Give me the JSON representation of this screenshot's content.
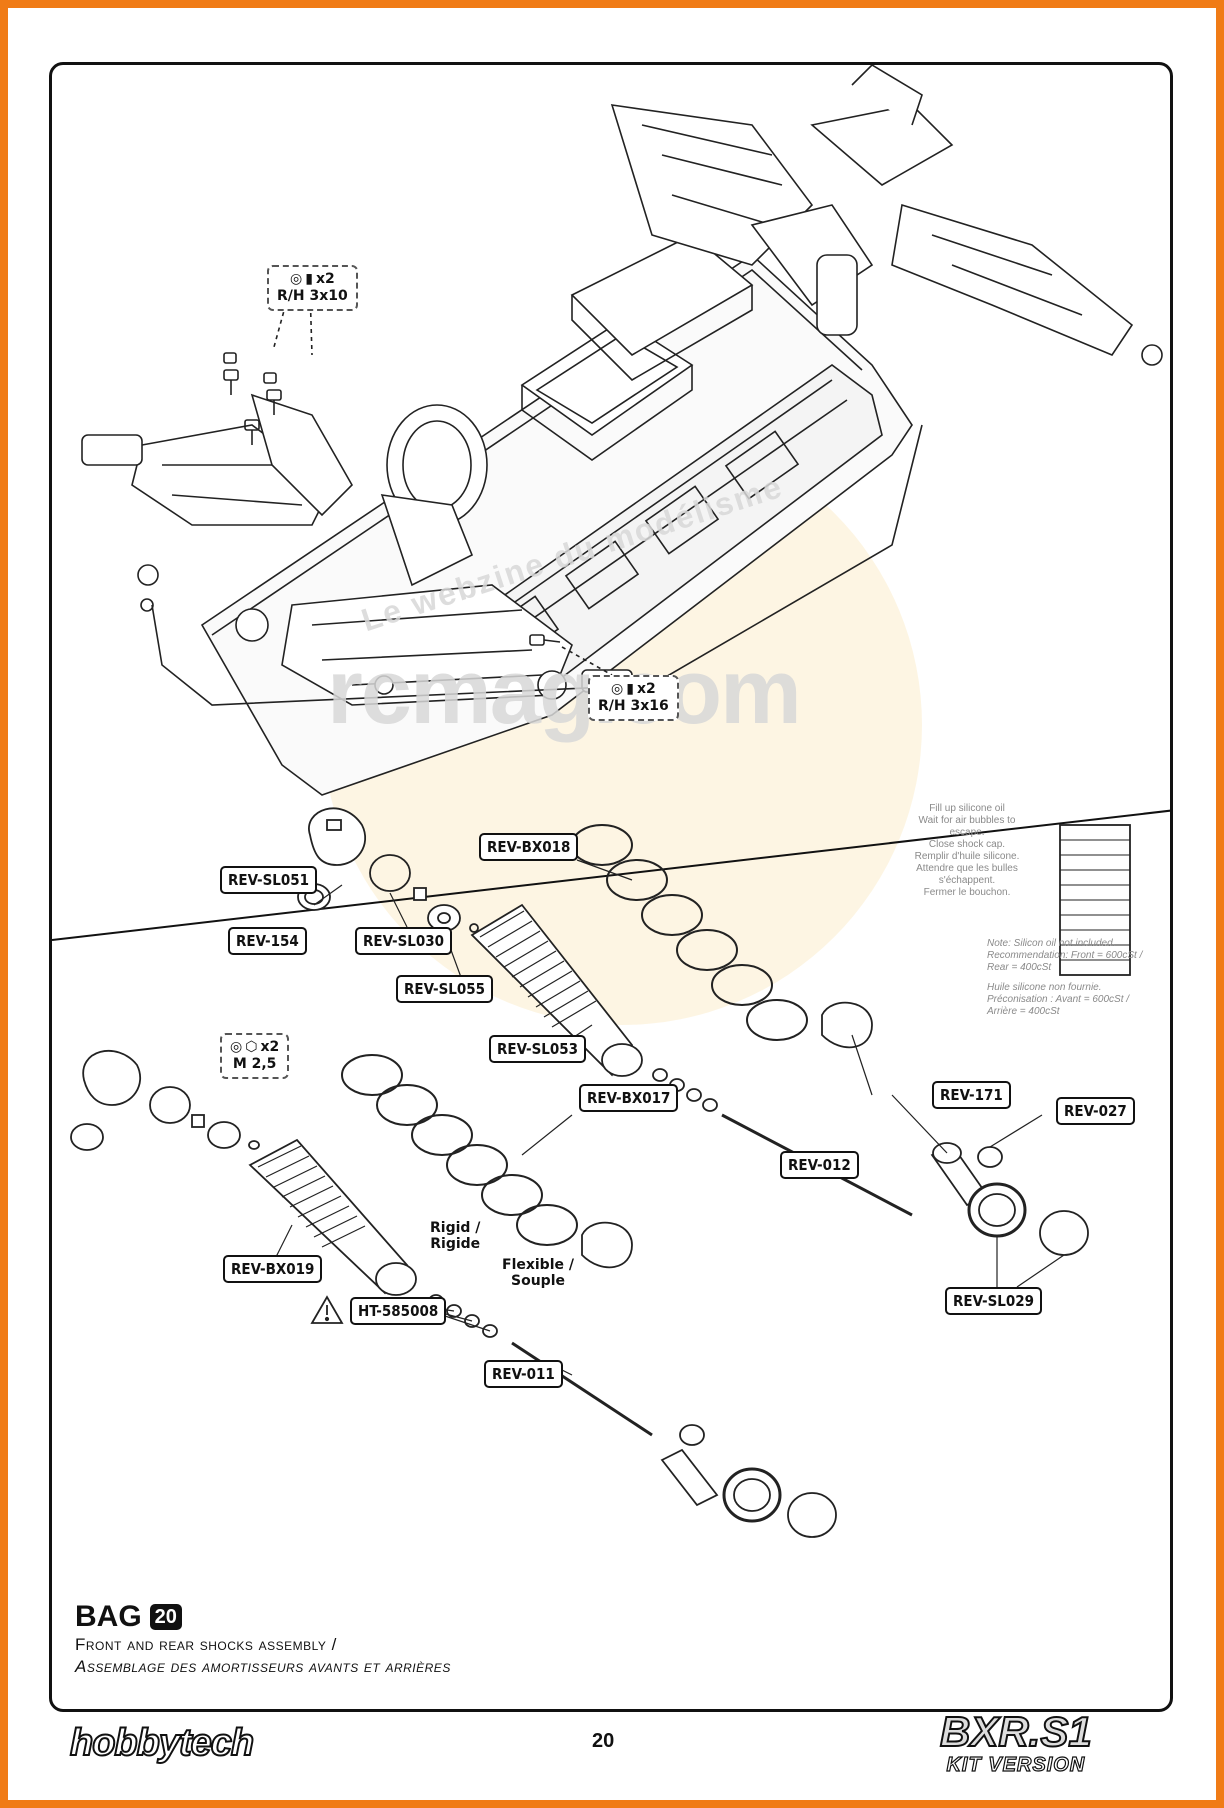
{
  "hardware_top": {
    "screw_1": {
      "qty": "x2",
      "spec": "R/H 3x10"
    },
    "screw_2": {
      "qty": "x2",
      "spec": "R/H 3x16"
    }
  },
  "hardware_shock": {
    "qty": "x2",
    "spec": "M 2,5"
  },
  "parts": {
    "rev_sl051": "REV-SL051",
    "rev_154": "REV-154",
    "rev_sl030": "REV-SL030",
    "rev_sl055": "REV-SL055",
    "rev_bx018": "REV-BX018",
    "rev_sl053": "REV-SL053",
    "rev_bx017": "REV-BX017",
    "rev_012": "REV-012",
    "rev_171": "REV-171",
    "rev_027": "REV-027",
    "rev_bx019": "REV-BX019",
    "ht_585008": "HT-585008",
    "rev_011": "REV-011",
    "rev_sl029": "REV-SL029"
  },
  "annotations": {
    "rigid": "Rigid /",
    "rigide": "Rigide",
    "flexible": "Flexible /",
    "souple": "Souple"
  },
  "notes": {
    "fill_en": [
      "Fill up silicone oil",
      "Wait for air bubbles to",
      "escape.",
      "Close shock cap."
    ],
    "fill_fr": [
      "Remplir d'huile silicone.",
      "Attendre que les bulles",
      "s'échappent.",
      "Fermer le bouchon."
    ],
    "oil_en": [
      "Note: Silicon oil not included.",
      "Recommendation: Front = 600cSt /",
      "Rear = 400cSt"
    ],
    "oil_fr": [
      "Huile silicone non fournie.",
      "Préconisation : Avant = 600cSt /",
      "Arrière = 400cSt"
    ]
  },
  "watermark": {
    "site": "rcmag.com",
    "tagline": "Le webzine du modélisme"
  },
  "bag": {
    "label": "BAG",
    "number": "20",
    "title_en": "Front and rear shocks assembly /",
    "title_fr": "Assemblage des amortisseurs avants et arrières"
  },
  "footer": {
    "page_number": "20",
    "brand_left": "hobbytech",
    "model": "BXR.S1",
    "version": "KIT VERSION"
  },
  "colors": {
    "frame": "#f07b16",
    "ink": "#111111",
    "watermark": "#d8d8d8"
  }
}
